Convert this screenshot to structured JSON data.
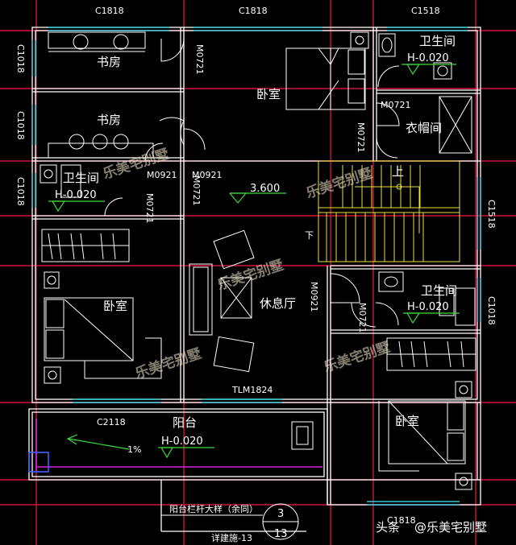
{
  "window_labels": {
    "top_left": "C1818",
    "top_mid": "C1818",
    "top_right": "C1518",
    "left_1": "C1018",
    "left_2": "C1018",
    "left_3": "C1018",
    "right_1": "C1518",
    "right_2": "C1018",
    "balcony": "C2118",
    "bottom_right": "C1818",
    "lounge_door": "TLM1824"
  },
  "door_labels": {
    "d1": "M0721",
    "d2": "M0921",
    "d3": "M0921",
    "d4": "M0721",
    "d5": "M0721",
    "d6": "M0721",
    "d7": "M0721",
    "d8": "M0921",
    "d9": "M0721"
  },
  "rooms": {
    "study_1": "书房",
    "study_2": "书房",
    "bedroom_top": "卧室",
    "bath_top_right": "卫生间",
    "closet": "衣帽间",
    "bath_left": "卫生间",
    "bedroom_left": "卧室",
    "lounge": "休息厅",
    "bath_mid_right": "卫生间",
    "bedroom_bottom_right": "卧室",
    "balcony": "阳台"
  },
  "levels": {
    "bath_top_right": "H-0.020",
    "bath_left": "H-0.020",
    "floor": "3.600",
    "bath_mid_right": "H-0.020",
    "balcony": "H-0.020"
  },
  "stair": {
    "up": "上",
    "down": "下"
  },
  "slope": "1%",
  "detail_note": {
    "title": "阳台栏杆大样（余同）",
    "detail_no": "3",
    "sheet_no": "13",
    "sheet_ref": "详建施-13"
  },
  "watermarks": [
    "乐美宅别墅",
    "乐美宅别墅",
    "乐美宅别墅",
    "乐美宅别墅",
    "乐美宅别墅"
  ],
  "credit": {
    "platform": "头条",
    "handle": "@乐美宅别墅"
  },
  "colors": {
    "background": "#000000",
    "wall": "#ffffff",
    "grid_axis": "#d0143a",
    "window": "#35c7d8",
    "stair": "#e8e040",
    "level_mark": "#3cd93c",
    "balcony_edge": "#e020e0"
  }
}
